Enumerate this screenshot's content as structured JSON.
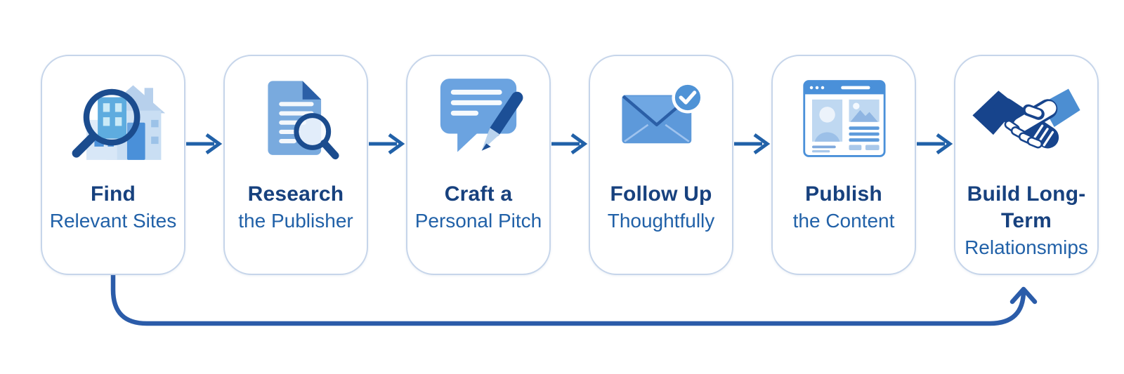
{
  "diagram": {
    "type": "process-flow",
    "orientation": "left-to-right",
    "background": "#ffffff",
    "colors": {
      "title_text": "#17417e",
      "subtitle_text": "#2161a8",
      "arrow": "#2161a8",
      "loop_arrow": "#2b5ca9",
      "card_border": "#c6d5ea",
      "icon_blue": "#4a90d9",
      "icon_soft_blue": "#6ba3e0",
      "icon_light_blue": "#c3d9f0",
      "icon_navy": "#1b4c8e"
    },
    "steps": [
      {
        "title_lines": [
          "Find"
        ],
        "subtitle": "Relevant Sites",
        "icon": "magnifier-buildings-icon"
      },
      {
        "title_lines": [
          "Research"
        ],
        "subtitle": "the Publisher",
        "icon": "document-magnifier-icon"
      },
      {
        "title_lines": [
          "Craft a"
        ],
        "subtitle": "Personal Pitch",
        "icon": "speech-bubble-pencil-icon"
      },
      {
        "title_lines": [
          "Follow Up"
        ],
        "subtitle": "Thoughtfully",
        "icon": "envelope-check-icon"
      },
      {
        "title_lines": [
          "Publish"
        ],
        "subtitle": "the Content",
        "icon": "browser-article-icon"
      },
      {
        "title_lines": [
          "Build Long-",
          "Term"
        ],
        "subtitle": "Relationsmips",
        "icon": "handshake-icon"
      }
    ],
    "connectors": {
      "forward_arrow_glyph": "→",
      "feedback_loop": {
        "from": "step-1-bottom",
        "to": "step-6-bottom"
      }
    }
  }
}
